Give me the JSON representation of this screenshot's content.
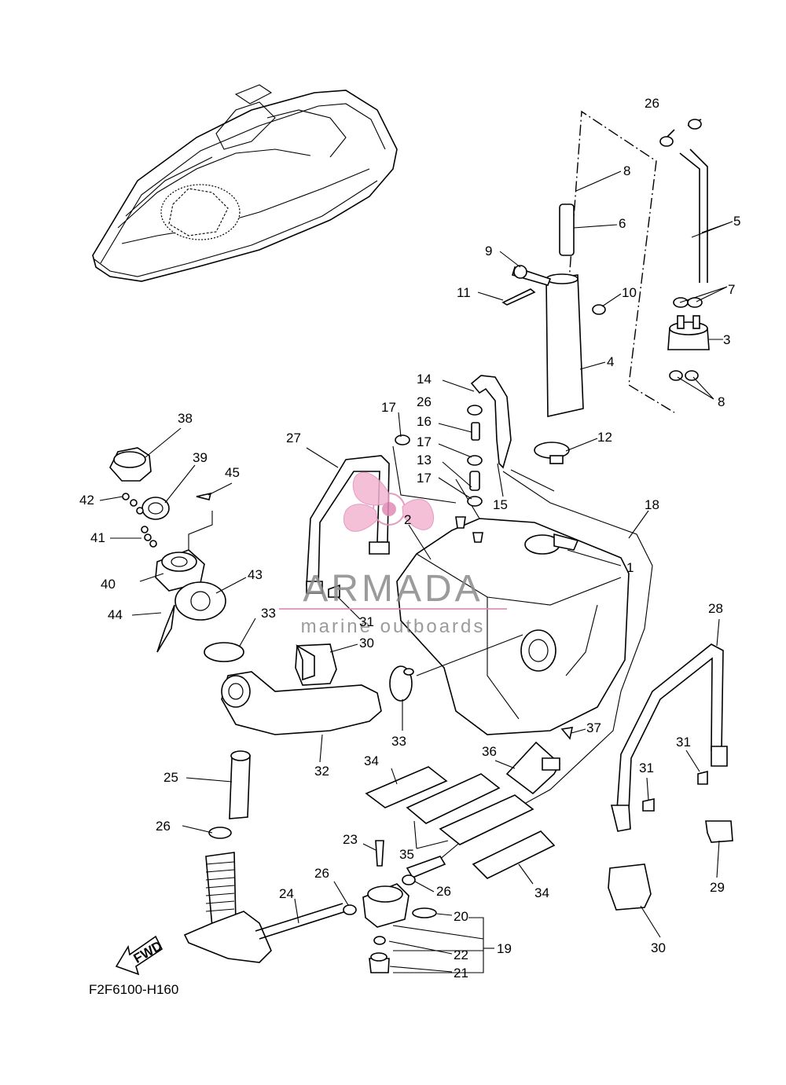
{
  "diagram_code": "F2F6100-H160",
  "fwd_label": "FWD",
  "watermark": {
    "brand": "ARMADA",
    "tagline": "marine outboards",
    "brand_color": "#8a8a8a",
    "accent_color": "#e28ab7"
  },
  "part_labels": {
    "p1": "1",
    "p2": "2",
    "p3": "3",
    "p4": "4",
    "p5": "5",
    "p6": "6",
    "p7": "7",
    "p8a": "8",
    "p8b": "8",
    "p9": "9",
    "p10": "10",
    "p11": "11",
    "p12": "12",
    "p13": "13",
    "p14": "14",
    "p15": "15",
    "p16": "16",
    "p17a": "17",
    "p17b": "17",
    "p17c": "17",
    "p18": "18",
    "p19": "19",
    "p20": "20",
    "p21": "21",
    "p22": "22",
    "p23": "23",
    "p24": "24",
    "p25": "25",
    "p26a": "26",
    "p26b": "26",
    "p26c": "26",
    "p26d": "26",
    "p26e": "26",
    "p27": "27",
    "p28": "28",
    "p29": "29",
    "p30a": "30",
    "p30b": "30",
    "p31a": "31",
    "p31b": "31",
    "p31c": "31",
    "p32": "32",
    "p33a": "33",
    "p33b": "33",
    "p34a": "34",
    "p34b": "34",
    "p35": "35",
    "p36": "36",
    "p37": "37",
    "p38": "38",
    "p39": "39",
    "p40": "40",
    "p41": "41",
    "p42": "42",
    "p43": "43",
    "p44": "44",
    "p45": "45"
  }
}
